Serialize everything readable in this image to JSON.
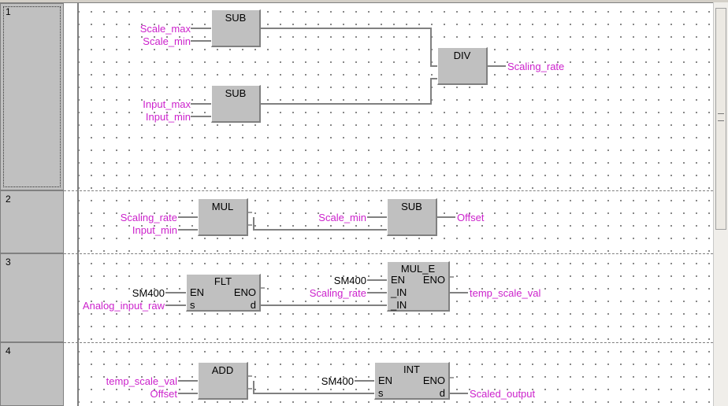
{
  "rows": [
    {
      "num": "1"
    },
    {
      "num": "2"
    },
    {
      "num": "3"
    },
    {
      "num": "4"
    }
  ],
  "row1": {
    "sub1": {
      "name": "SUB",
      "in1": "Scale_max",
      "in2": "Scale_min"
    },
    "sub2": {
      "name": "SUB",
      "in1": "Input_max",
      "in2": "Input_min"
    },
    "div": {
      "name": "DIV",
      "out": "Scaling_rate"
    }
  },
  "row2": {
    "mul": {
      "name": "MUL",
      "in1": "Scaling_rate",
      "in2": "Input_min"
    },
    "sub": {
      "name": "SUB",
      "in1": "Scale_min",
      "out": "Offset"
    }
  },
  "row3": {
    "flt": {
      "name": "FLT",
      "en": "EN",
      "eno": "ENO",
      "s": "s",
      "d": "d",
      "en_var": "SM400",
      "s_var": "Analog_input_raw"
    },
    "mule": {
      "name": "MUL_E",
      "en": "EN",
      "eno": "ENO",
      "in1": "_IN",
      "in2": "_IN",
      "en_var": "SM400",
      "in1_var": "Scaling_rate",
      "out": "temp_scale_val"
    }
  },
  "row4": {
    "add": {
      "name": "ADD",
      "in1": "temp_scale_val",
      "in2": "Offset"
    },
    "int": {
      "name": "INT",
      "en": "EN",
      "eno": "ENO",
      "s": "s",
      "d": "d",
      "en_var": "SM400",
      "out": "Scaled_output"
    }
  },
  "colors": {
    "variable": "#cc22cc",
    "block": "#c0c0c0",
    "wire": "#808080"
  }
}
